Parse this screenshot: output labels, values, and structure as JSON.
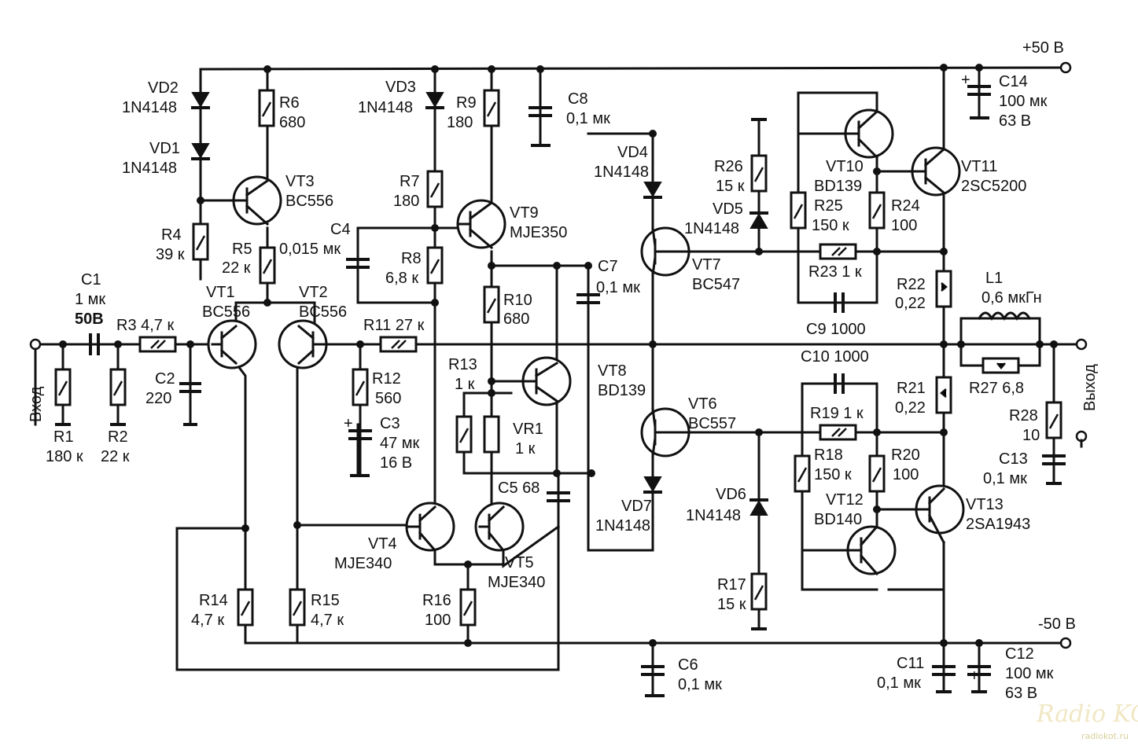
{
  "rails": {
    "pos": "+50 В",
    "neg": "-50 В"
  },
  "io": {
    "input": "Вход",
    "output": "Выход"
  },
  "labels": [
    {
      "id": "vd2",
      "text": "VD2"
    },
    {
      "id": "vd2v",
      "text": "1N4148"
    },
    {
      "id": "vd1",
      "text": "VD1"
    },
    {
      "id": "vd1v",
      "text": "1N4148"
    },
    {
      "id": "r6",
      "text": "R6"
    },
    {
      "id": "r6v",
      "text": "680"
    },
    {
      "id": "vt3",
      "text": "VT3"
    },
    {
      "id": "vt3v",
      "text": "BC556"
    },
    {
      "id": "r4",
      "text": "R4"
    },
    {
      "id": "r4v",
      "text": "39 к"
    },
    {
      "id": "r5",
      "text": "R5"
    },
    {
      "id": "r5v",
      "text": "22 к"
    },
    {
      "id": "c1",
      "text": "C1"
    },
    {
      "id": "c1v",
      "text": "1 мк"
    },
    {
      "id": "c1v2",
      "text": "50В",
      "bold": true
    },
    {
      "id": "r3",
      "text": "R3 4,7 к"
    },
    {
      "id": "vt1",
      "text": "VT1"
    },
    {
      "id": "vt1v",
      "text": "BC556"
    },
    {
      "id": "vt2",
      "text": "VT2"
    },
    {
      "id": "vt2v",
      "text": "BC556"
    },
    {
      "id": "c2",
      "text": "C2"
    },
    {
      "id": "c2v",
      "text": "220"
    },
    {
      "id": "r1",
      "text": "R1"
    },
    {
      "id": "r1v",
      "text": "180 к"
    },
    {
      "id": "r2",
      "text": "R2"
    },
    {
      "id": "r2v",
      "text": "22 к"
    },
    {
      "id": "vd3",
      "text": "VD3"
    },
    {
      "id": "vd3v",
      "text": "1N4148"
    },
    {
      "id": "r9",
      "text": "R9"
    },
    {
      "id": "r9v",
      "text": "180"
    },
    {
      "id": "c8",
      "text": "C8"
    },
    {
      "id": "c8v",
      "text": "0,1 мк"
    },
    {
      "id": "r7",
      "text": "R7"
    },
    {
      "id": "r7v",
      "text": "180"
    },
    {
      "id": "vt9",
      "text": "VT9"
    },
    {
      "id": "vt9v",
      "text": "MJE350"
    },
    {
      "id": "c4",
      "text": "C4"
    },
    {
      "id": "c4v",
      "text": "0,015 мк"
    },
    {
      "id": "r8",
      "text": "R8"
    },
    {
      "id": "r8v",
      "text": "6,8 к"
    },
    {
      "id": "c7",
      "text": "C7"
    },
    {
      "id": "c7v",
      "text": "0,1 мк"
    },
    {
      "id": "r10",
      "text": "R10"
    },
    {
      "id": "r10v",
      "text": "680"
    },
    {
      "id": "r11",
      "text": "R11 27 к"
    },
    {
      "id": "r12",
      "text": "R12"
    },
    {
      "id": "r12v",
      "text": "560"
    },
    {
      "id": "r13",
      "text": "R13"
    },
    {
      "id": "r13v",
      "text": "1 к"
    },
    {
      "id": "c3",
      "text": "C3"
    },
    {
      "id": "c3v",
      "text": "47 мк"
    },
    {
      "id": "c3v2",
      "text": "16 В"
    },
    {
      "id": "vr1",
      "text": "VR1"
    },
    {
      "id": "vr1v",
      "text": "1 к"
    },
    {
      "id": "vt8",
      "text": "VT8"
    },
    {
      "id": "vt8v",
      "text": "BD139"
    },
    {
      "id": "c5",
      "text": "C5 68"
    },
    {
      "id": "vt4",
      "text": "VT4"
    },
    {
      "id": "vt4v",
      "text": "MJE340"
    },
    {
      "id": "vt5",
      "text": "VT5"
    },
    {
      "id": "vt5v",
      "text": "MJE340"
    },
    {
      "id": "r14",
      "text": "R14"
    },
    {
      "id": "r14v",
      "text": "4,7 к"
    },
    {
      "id": "r15",
      "text": "R15"
    },
    {
      "id": "r15v",
      "text": "4,7 к"
    },
    {
      "id": "r16",
      "text": "R16"
    },
    {
      "id": "r16v",
      "text": "100"
    },
    {
      "id": "c6",
      "text": "C6"
    },
    {
      "id": "c6v",
      "text": "0,1 мк"
    },
    {
      "id": "vd4",
      "text": "VD4"
    },
    {
      "id": "vd4v",
      "text": "1N4148"
    },
    {
      "id": "r26",
      "text": "R26"
    },
    {
      "id": "r26v",
      "text": "15 к"
    },
    {
      "id": "vd5",
      "text": "VD5"
    },
    {
      "id": "vd5v",
      "text": "1N4148"
    },
    {
      "id": "vt7",
      "text": "VT7"
    },
    {
      "id": "vt7v",
      "text": "BC547"
    },
    {
      "id": "vt10",
      "text": "VT10"
    },
    {
      "id": "vt10v",
      "text": "BD139"
    },
    {
      "id": "r25",
      "text": "R25"
    },
    {
      "id": "r25v",
      "text": "150 к"
    },
    {
      "id": "r24",
      "text": "R24"
    },
    {
      "id": "r24v",
      "text": "100"
    },
    {
      "id": "vt11",
      "text": "VT11"
    },
    {
      "id": "vt11v",
      "text": "2SC5200"
    },
    {
      "id": "c14",
      "text": "C14"
    },
    {
      "id": "c14v",
      "text": "100 мк"
    },
    {
      "id": "c14v2",
      "text": "63 В"
    },
    {
      "id": "r23",
      "text": "R23 1 к"
    },
    {
      "id": "c9",
      "text": "C9 1000"
    },
    {
      "id": "r22",
      "text": "R22"
    },
    {
      "id": "r22v",
      "text": "0,22"
    },
    {
      "id": "l1",
      "text": "L1"
    },
    {
      "id": "l1v",
      "text": "0,6 мкГн"
    },
    {
      "id": "c10",
      "text": "C10 1000"
    },
    {
      "id": "vt6",
      "text": "VT6"
    },
    {
      "id": "vt6v",
      "text": "BC557"
    },
    {
      "id": "r19",
      "text": "R19 1 к"
    },
    {
      "id": "r21",
      "text": "R21"
    },
    {
      "id": "r21v",
      "text": "0,22"
    },
    {
      "id": "r27",
      "text": "R27 6,8"
    },
    {
      "id": "r28",
      "text": "R28"
    },
    {
      "id": "r28v",
      "text": "10"
    },
    {
      "id": "r18",
      "text": "R18"
    },
    {
      "id": "r18v",
      "text": "150 к"
    },
    {
      "id": "r20",
      "text": "R20"
    },
    {
      "id": "r20v",
      "text": "100"
    },
    {
      "id": "c13",
      "text": "C13"
    },
    {
      "id": "c13v",
      "text": "0,1 мк"
    },
    {
      "id": "vd7",
      "text": "VD7"
    },
    {
      "id": "vd7v",
      "text": "1N4148"
    },
    {
      "id": "vd6",
      "text": "VD6"
    },
    {
      "id": "vd6v",
      "text": "1N4148"
    },
    {
      "id": "vt12",
      "text": "VT12"
    },
    {
      "id": "vt12v",
      "text": "BD140"
    },
    {
      "id": "vt13",
      "text": "VT13"
    },
    {
      "id": "vt13v",
      "text": "2SA1943"
    },
    {
      "id": "r17",
      "text": "R17"
    },
    {
      "id": "r17v",
      "text": "15 к"
    },
    {
      "id": "c11",
      "text": "C11"
    },
    {
      "id": "c11v",
      "text": "0,1 мк"
    },
    {
      "id": "c12",
      "text": "C12"
    },
    {
      "id": "c12v",
      "text": "100 мк"
    },
    {
      "id": "c12v2",
      "text": "63 В"
    }
  ],
  "watermark": {
    "logo": "Radio KOT",
    "site": "radiokot.ru"
  }
}
